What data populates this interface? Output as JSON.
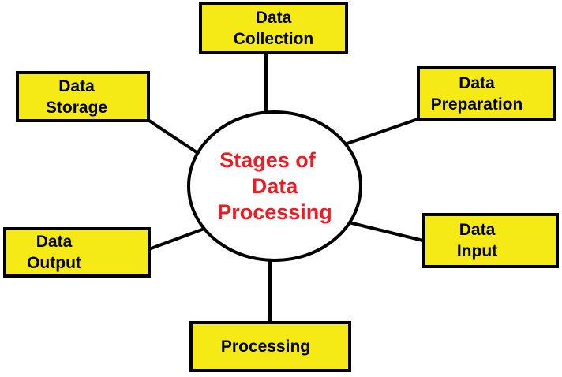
{
  "diagram": {
    "center": {
      "lines": [
        "Stages of",
        "Data",
        "Processing"
      ]
    },
    "nodes": {
      "collection": {
        "lines": [
          "Data",
          "Collection"
        ]
      },
      "storage": {
        "lines": [
          "Data",
          "Storage"
        ]
      },
      "preparation": {
        "lines": [
          "Data",
          "Preparation"
        ]
      },
      "input": {
        "lines": [
          "Data",
          "Input"
        ]
      },
      "output": {
        "lines": [
          "Data",
          "Output"
        ]
      },
      "processing": {
        "lines": [
          "Processing"
        ]
      }
    }
  },
  "colors": {
    "node_fill": "#F5EA16",
    "node_border": "#000000",
    "center_text": "#ED1C24",
    "line": "#000000",
    "background": "#FFFFFF"
  }
}
